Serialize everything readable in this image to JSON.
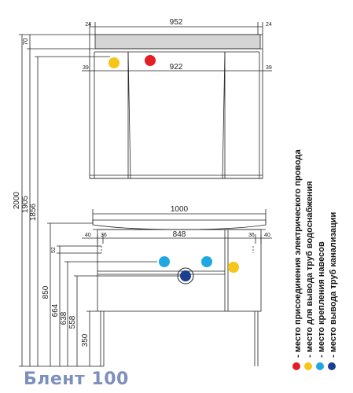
{
  "product": {
    "title": "Блент 100"
  },
  "top_unit": {
    "width_outer": "952",
    "side_offset_left": "24",
    "side_offset_right": "24",
    "width_inner": "922",
    "inner_offset_left": "39",
    "inner_offset_right": "39",
    "top_height": "70"
  },
  "bottom_unit": {
    "width_outer": "1000",
    "width_inner": "848",
    "offset_left": "40",
    "offset_left_inner": "36",
    "offset_right_inner": "36",
    "offset_right": "40",
    "small_offset": "52"
  },
  "vertical_dims": {
    "total": "2000",
    "h1905": "1905",
    "h1856": "1856",
    "h850": "850",
    "h664": "664",
    "h638": "638",
    "h558": "558",
    "h350": "350"
  },
  "legend": {
    "items": [
      {
        "label": "- место присоединения электрического провода",
        "color": "#e31e24"
      },
      {
        "label": "- место для вывода труб водоснабжения",
        "color": "#f5c518"
      },
      {
        "label": "- место крепления навесов",
        "color": "#1ea7e1"
      },
      {
        "label": "- место вывода труб канализации",
        "color": "#1a3f8f"
      }
    ]
  },
  "colors": {
    "red": "#e31e24",
    "yellow": "#f5c518",
    "cyan": "#1ea7e1",
    "navy": "#1a3f8f",
    "title": "#7d8fbd"
  }
}
